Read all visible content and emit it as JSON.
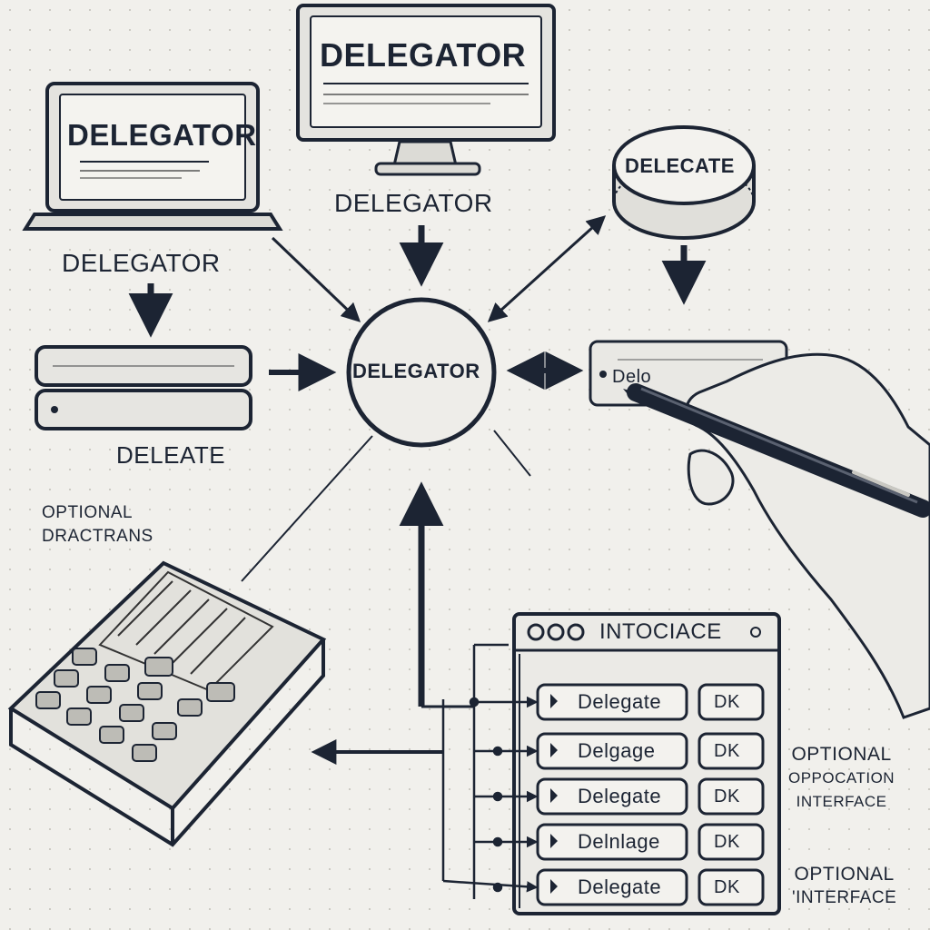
{
  "laptop": {
    "screen_title": "DELEGATOR",
    "caption": "DELEGATOR"
  },
  "monitor": {
    "screen_title": "DELEGATOR",
    "caption": "DELEGATOR"
  },
  "delegate_disc": {
    "label": "DELECATE"
  },
  "center_node": {
    "label": "DELEGATOR"
  },
  "left_stack": {
    "caption": "DELEATE"
  },
  "note_left": {
    "line1": "OPTIONAL",
    "line2": "DRACTRANS"
  },
  "input_card": {
    "text": "Delo"
  },
  "interface_window": {
    "title": "INTOCIACE",
    "rows": [
      {
        "label": "Delegate",
        "button": "DK"
      },
      {
        "label": "Delgage",
        "button": "DK"
      },
      {
        "label": "Delegate",
        "button": "DK"
      },
      {
        "label": "Delnlage",
        "button": "DK"
      },
      {
        "label": "Delegate",
        "button": "DK"
      }
    ]
  },
  "note_right_1": {
    "line1": "OPTIONAL",
    "line2": "OPPOCATION",
    "line3": "INTERFACE"
  },
  "note_right_2": {
    "line1": "OPTIONAL",
    "line2": "'INTERFACE"
  },
  "colors": {
    "ink": "#1c2433",
    "paper": "#f1f0ec",
    "panel": "#e6e5e1"
  }
}
